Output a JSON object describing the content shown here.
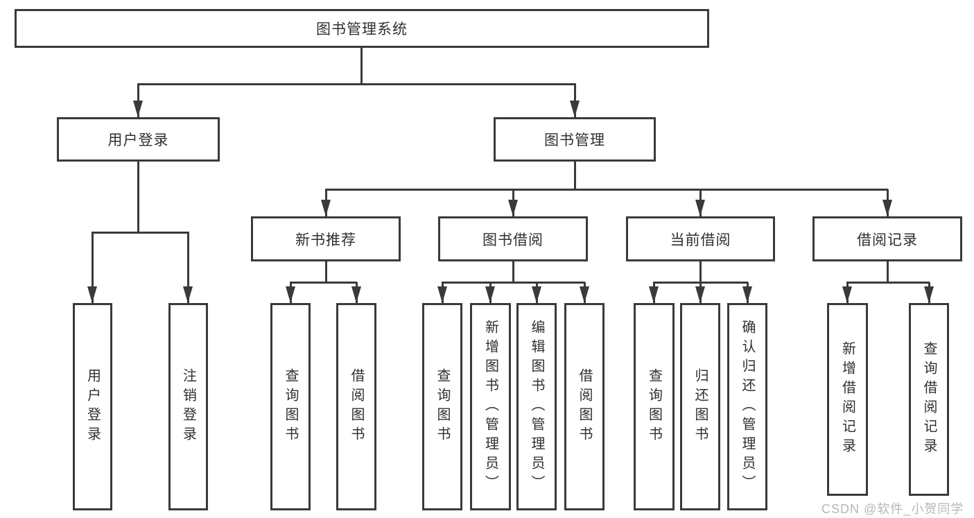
{
  "diagram": {
    "type": "hierarchy-tree",
    "watermark": "CSDN @软件_小贺同学",
    "colors": {
      "stroke": "#3a3a3a",
      "text": "#2f2f2f",
      "background": "#ffffff",
      "watermark": "#b6b6b6"
    },
    "tree": {
      "root": {
        "label": "图书管理系统",
        "children": [
          {
            "label": "用户登录",
            "children": [
              {
                "label": "用户登录"
              },
              {
                "label": "注销登录"
              }
            ]
          },
          {
            "label": "图书管理",
            "children": [
              {
                "label": "新书推荐",
                "children": [
                  {
                    "label": "查询图书"
                  },
                  {
                    "label": "借阅图书"
                  }
                ]
              },
              {
                "label": "图书借阅",
                "children": [
                  {
                    "label": "查询图书"
                  },
                  {
                    "label": "新增图书（管理员）"
                  },
                  {
                    "label": "编辑图书（管理员）"
                  },
                  {
                    "label": "借阅图书"
                  }
                ]
              },
              {
                "label": "当前借阅",
                "children": [
                  {
                    "label": "查询图书"
                  },
                  {
                    "label": "归还图书"
                  },
                  {
                    "label": "确认归还（管理员）"
                  }
                ]
              },
              {
                "label": "借阅记录",
                "children": [
                  {
                    "label": "新增借阅记录"
                  },
                  {
                    "label": "查询借阅记录"
                  }
                ]
              }
            ]
          }
        ]
      }
    }
  }
}
